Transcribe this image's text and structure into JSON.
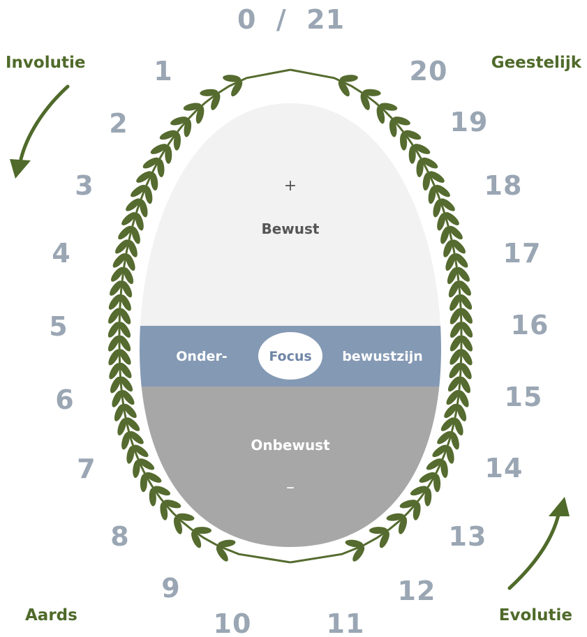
{
  "top_label": "0  /  21",
  "numbers_left": [
    "1",
    "2",
    "3",
    "4",
    "5",
    "6",
    "7",
    "8",
    "9",
    "10"
  ],
  "numbers_right": [
    "11",
    "12",
    "13",
    "14",
    "15",
    "16",
    "17",
    "18",
    "19",
    "20"
  ],
  "corners": {
    "top_left": "Involutie",
    "top_right": "Geestelijk",
    "bottom_left": "Aards",
    "bottom_right": "Evolutie"
  },
  "egg": {
    "plus_sign": "+",
    "upper_label": "Bewust",
    "band_left": "Onder-",
    "band_center": "Focus",
    "band_right": "bewustzijn",
    "lower_label": "Onbewust",
    "minus_sign": "–"
  },
  "colors": {
    "wreath_green": "#556b2f",
    "corner_text_green": "#4f6a2a",
    "number_gray": "#9aa6b3",
    "upper_fill": "#f2f2f2",
    "band_fill": "#8499b4",
    "lower_fill": "#a7a7a7",
    "focus_text": "#6f86a6",
    "inner_dark_text": "#555555",
    "inner_light_text": "#ffffff"
  },
  "icons": {
    "involution_arrow": "curved-arrow-down-left-icon",
    "evolution_arrow": "curved-arrow-up-right-icon",
    "wreath": "laurel-wreath-icon"
  }
}
